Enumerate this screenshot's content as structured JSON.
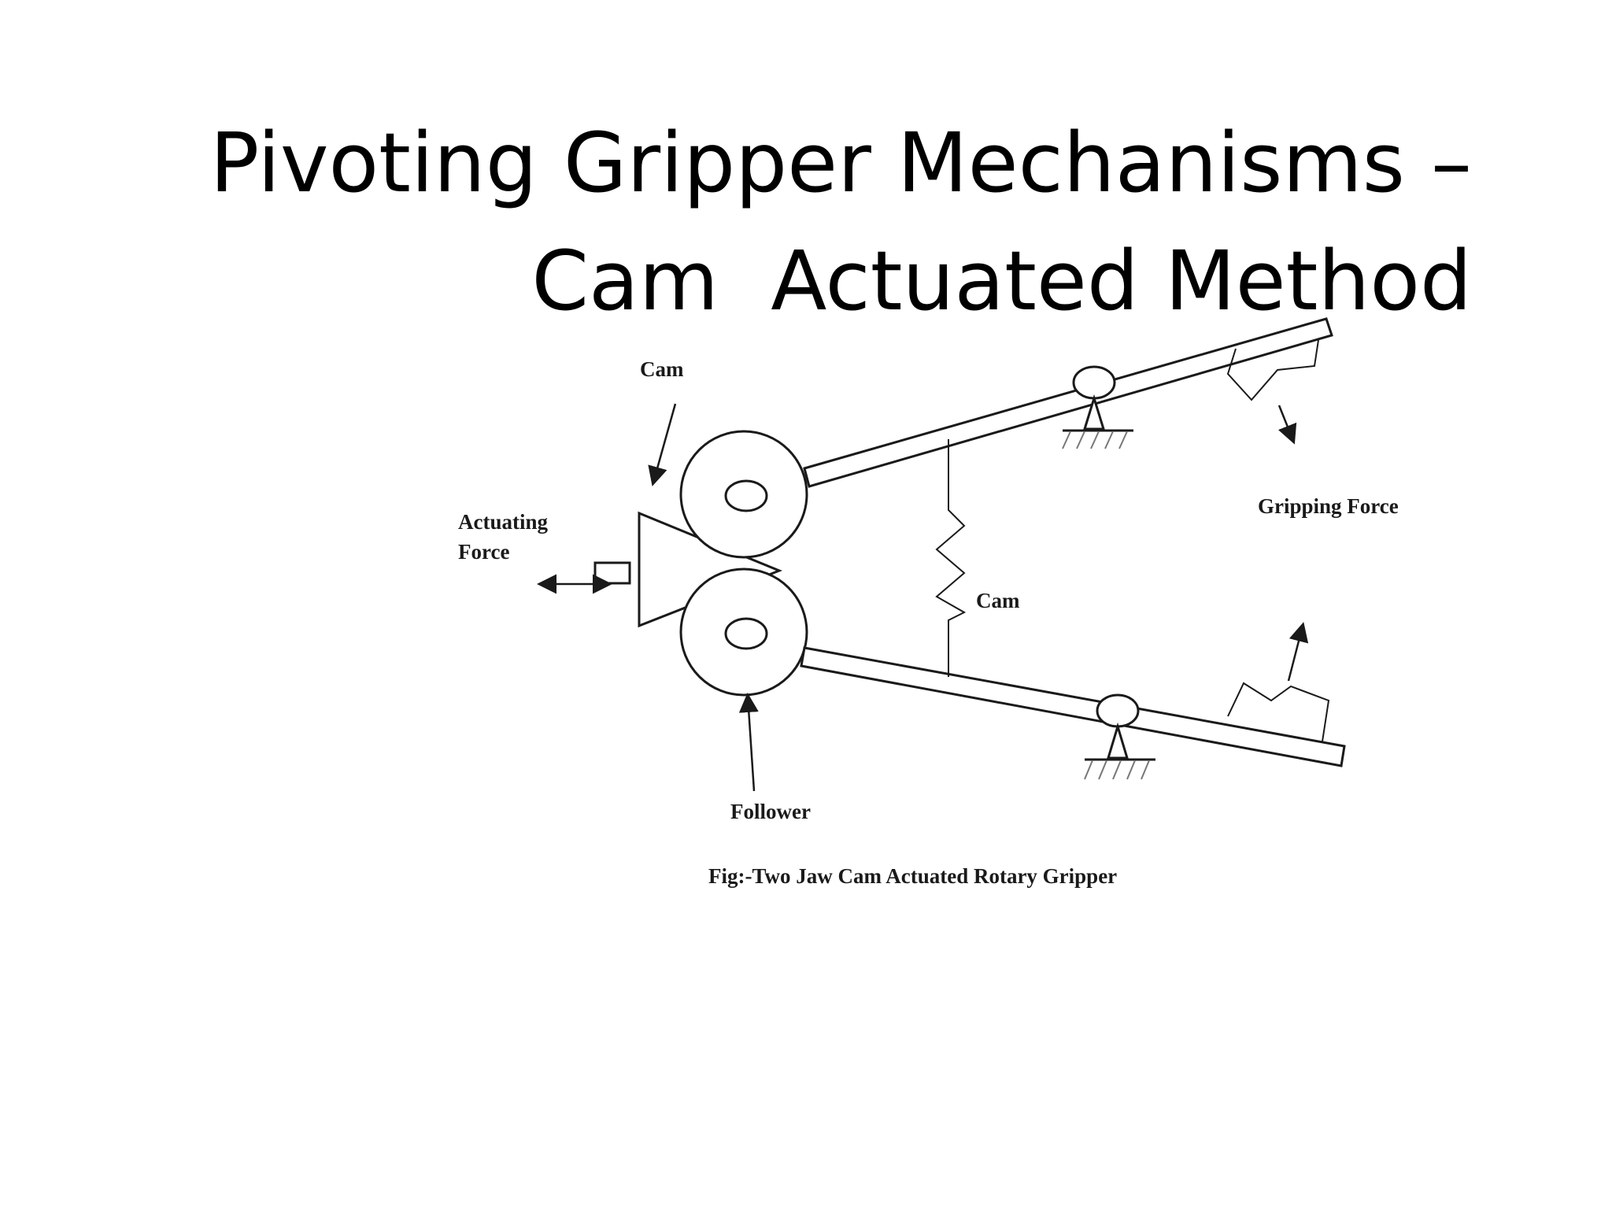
{
  "slide": {
    "title_line1": "Pivoting Gripper Mechanisms –",
    "title_line2": "Cam  Actuated Method"
  },
  "diagram": {
    "label_cam_top": "Cam",
    "label_actuating": "Actuating",
    "label_force": "Force",
    "label_cam_spring": "Cam",
    "label_gripping_force": "Gripping Force",
    "label_follower": "Follower",
    "caption": "Fig:-Two Jaw Cam Actuated Rotary Gripper"
  }
}
